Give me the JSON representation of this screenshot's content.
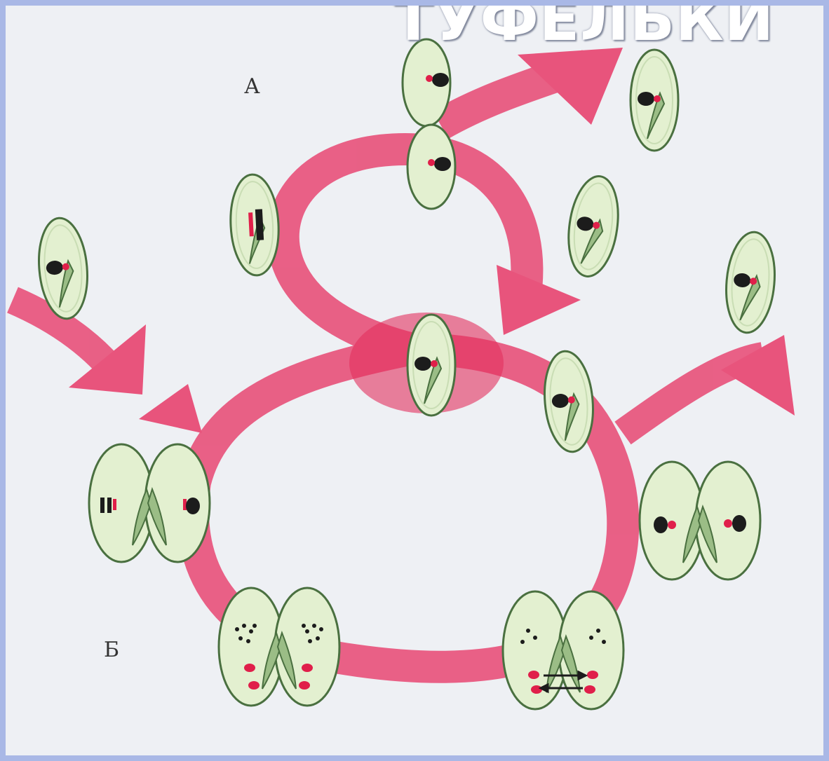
{
  "title": "ТУФЕЛЬКИ",
  "labels": {
    "a": "А",
    "b": "Б"
  },
  "colors": {
    "arrow": "#e8547c",
    "cell_fill": "#e3f0d0",
    "cell_stroke": "#4a7040",
    "macronucleus": "#1c1c1c",
    "micronucleus": "#e01f4a",
    "background": "#eef0f4",
    "border": "#a9b8e6"
  },
  "icons": [
    "paramecium-cell",
    "conjugating-pair",
    "exchange-arrows"
  ]
}
